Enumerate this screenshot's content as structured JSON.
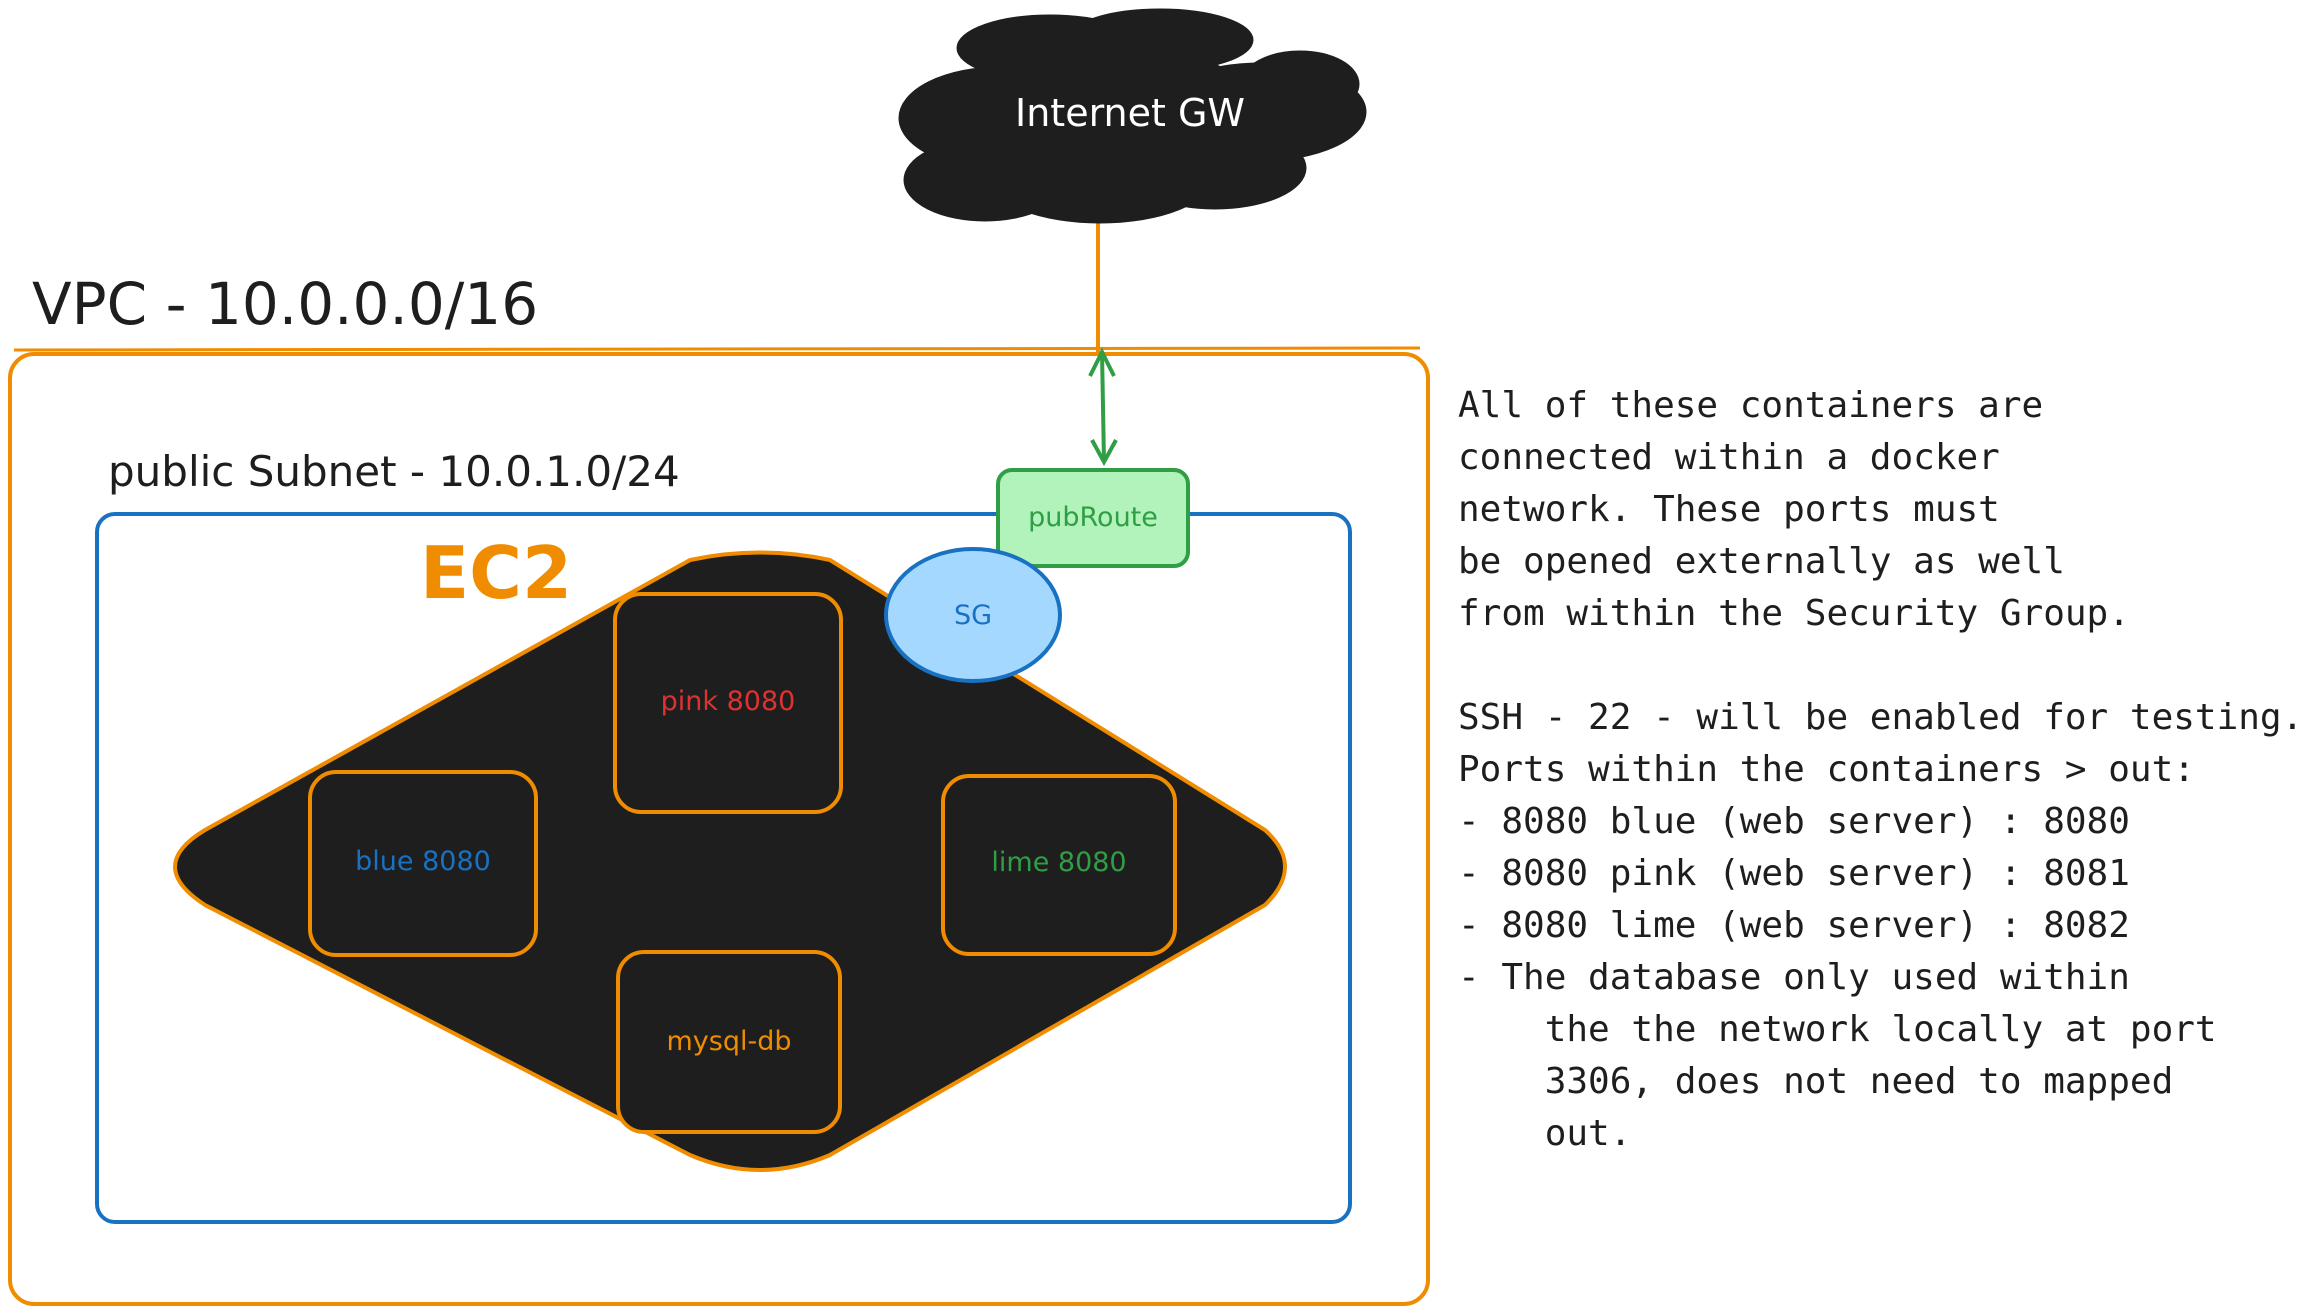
{
  "diagram": {
    "internet_gateway": {
      "label": "Internet GW"
    },
    "vpc": {
      "label": "VPC - 10.0.0.0/16"
    },
    "subnet": {
      "label": "public Subnet - 10.0.1.0/24"
    },
    "ec2": {
      "label": "EC2"
    },
    "route": {
      "label": "pubRoute"
    },
    "security_group": {
      "label": "SG"
    },
    "containers": {
      "pink": {
        "label": "pink 8080",
        "color": "#e03131"
      },
      "blue": {
        "label": "blue 8080",
        "color": "#1971c2"
      },
      "lime": {
        "label": "lime 8080",
        "color": "#2f9e44"
      },
      "mysql": {
        "label": "mysql-db",
        "color": "#f08c00"
      }
    }
  },
  "notes": [
    "All of these containers are",
    "connected within a docker",
    "network. These ports must",
    "be opened externally as well",
    "from within the Security Group.",
    "",
    "SSH - 22 - will be enabled for testing.",
    "Ports within the containers > out:",
    "- 8080 blue (web server) : 8080",
    "- 8080 pink (web server) : 8081",
    "- 8080 lime (web server) : 8082",
    "- The database only used within",
    "    the the network locally at port",
    "    3306, does not need to mapped",
    "    out."
  ],
  "colors": {
    "vpc_border": "#f08c00",
    "subnet_border": "#1971c2",
    "ec2_fill": "#1e1e1e",
    "route_fill": "#b2f2bb",
    "route_border": "#2f9e44",
    "sg_fill": "#a5d8ff",
    "arrow": "#2f9e44",
    "link": "#f08c00"
  }
}
